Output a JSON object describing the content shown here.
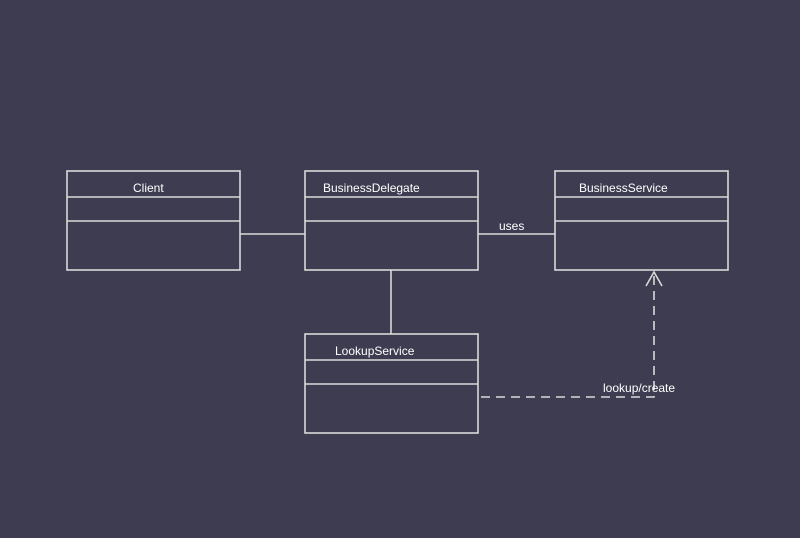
{
  "colors": {
    "background": "#3d3c50",
    "stroke": "#d9d9d9",
    "text": "#ffffff"
  },
  "diagram": {
    "classes": [
      {
        "id": "client",
        "name": "Client"
      },
      {
        "id": "business-delegate",
        "name": "BusinessDelegate"
      },
      {
        "id": "business-service",
        "name": "BusinessService"
      },
      {
        "id": "lookup-service",
        "name": "LookupService"
      }
    ],
    "relations": [
      {
        "id": "client-delegate",
        "from": "Client",
        "to": "BusinessDelegate",
        "style": "solid",
        "label": ""
      },
      {
        "id": "delegate-service",
        "from": "BusinessDelegate",
        "to": "BusinessService",
        "style": "solid",
        "label": "uses"
      },
      {
        "id": "delegate-lookup",
        "from": "BusinessDelegate",
        "to": "LookupService",
        "style": "solid",
        "label": ""
      },
      {
        "id": "lookup-service-dep",
        "from": "LookupService",
        "to": "BusinessService",
        "style": "dashed",
        "arrow": "open",
        "label": "lookup/create"
      }
    ]
  }
}
